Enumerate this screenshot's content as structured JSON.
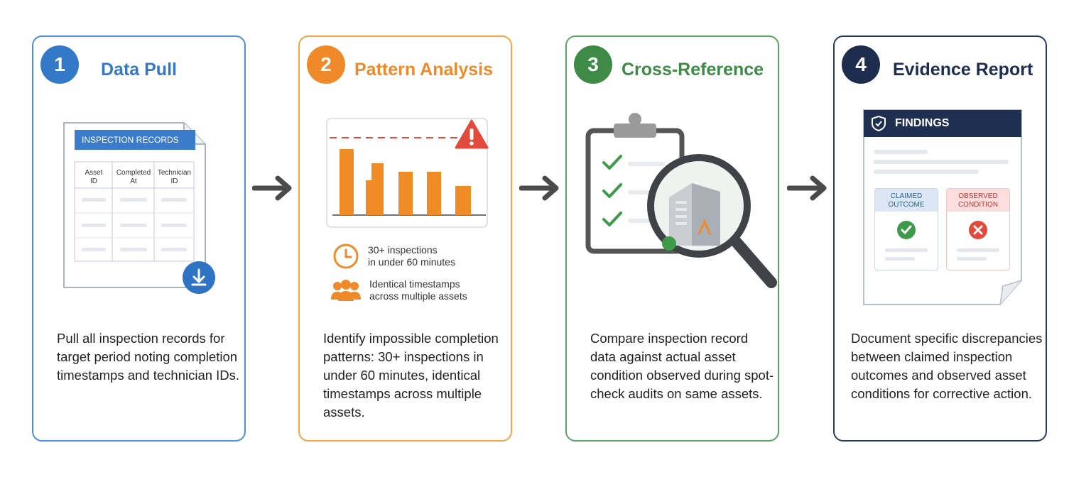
{
  "steps": [
    {
      "number": "1",
      "title": "Data Pull",
      "description": "Pull all inspection records for target period noting completion timestamps and technician IDs.",
      "illustration": {
        "header": "INSPECTION RECORDS",
        "columns": [
          "Asset\nID",
          "Completed\nAt",
          "Technician\nID"
        ],
        "icon": "download-icon"
      }
    },
    {
      "number": "2",
      "title": "Pattern Analysis",
      "description": "Identify impossible completion patterns: 30+ inspections in under 60 minutes, identical timestamps across multiple assets.",
      "illustration": {
        "chart_icon": "warning-icon",
        "legend": [
          {
            "icon": "clock-icon",
            "text": "30+ inspections\nin under 60 minutes"
          },
          {
            "icon": "people-icon",
            "text": "Identical timestamps\nacross multiple assets"
          }
        ]
      }
    },
    {
      "number": "3",
      "title": "Cross-Reference",
      "description": "Compare inspection record data against actual asset condition observed during spot-check audits on same assets.",
      "illustration": {
        "icons": [
          "clipboard-icon",
          "magnifier-icon",
          "building-icon"
        ]
      }
    },
    {
      "number": "4",
      "title": "Evidence Report",
      "description": "Document specific discrepancies between claimed inspection outcomes and observed asset conditions for corrective action.",
      "illustration": {
        "header": "FINDINGS",
        "claimed": "CLAIMED\nOUTCOME",
        "observed": "OBSERVED\nCONDITION"
      }
    }
  ],
  "colors": {
    "step1": "#3478c8",
    "step2": "#ef8a2a",
    "step3": "#3d8b47",
    "step4": "#1e2d4e",
    "arrow": "#4a4a4a",
    "alert": "#e24b3b"
  }
}
